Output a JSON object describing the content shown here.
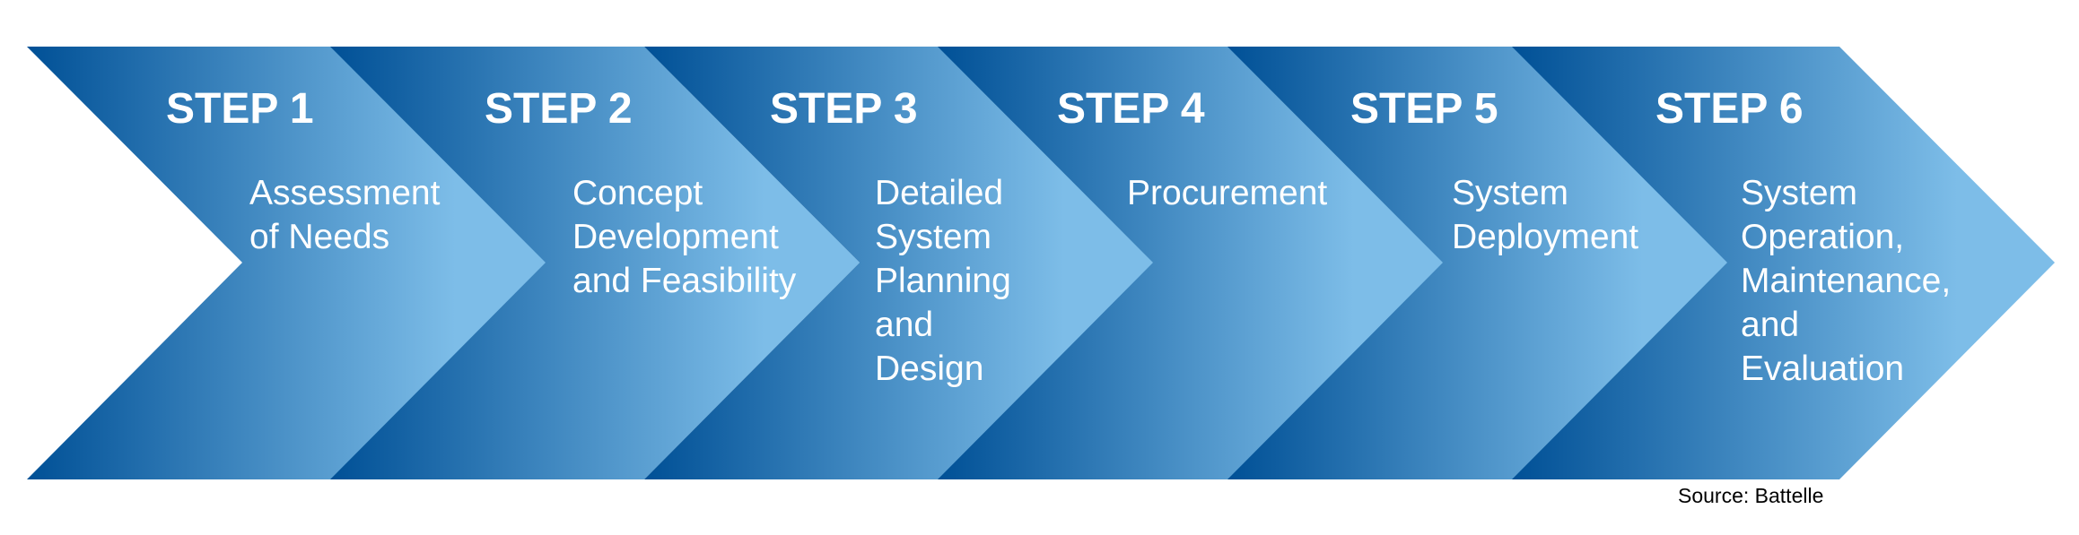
{
  "steps": [
    {
      "title": "STEP 1",
      "lines": [
        "Assessment",
        "of Needs"
      ]
    },
    {
      "title": "STEP 2",
      "lines": [
        "Concept",
        "Development",
        "and Feasibility"
      ]
    },
    {
      "title": "STEP 3",
      "lines": [
        "Detailed",
        "System",
        "Planning",
        "and",
        "Design"
      ]
    },
    {
      "title": "STEP 4",
      "lines": [
        "Procurement"
      ]
    },
    {
      "title": "STEP 5",
      "lines": [
        "System",
        "Deployment"
      ]
    },
    {
      "title": "STEP 6",
      "lines": [
        "System",
        "Operation,",
        "Maintenance,",
        "and",
        "Evaluation"
      ]
    }
  ],
  "source": "Source: Battelle",
  "colors": {
    "dark_blue": "#005096",
    "light_blue": "#7dbde8"
  }
}
